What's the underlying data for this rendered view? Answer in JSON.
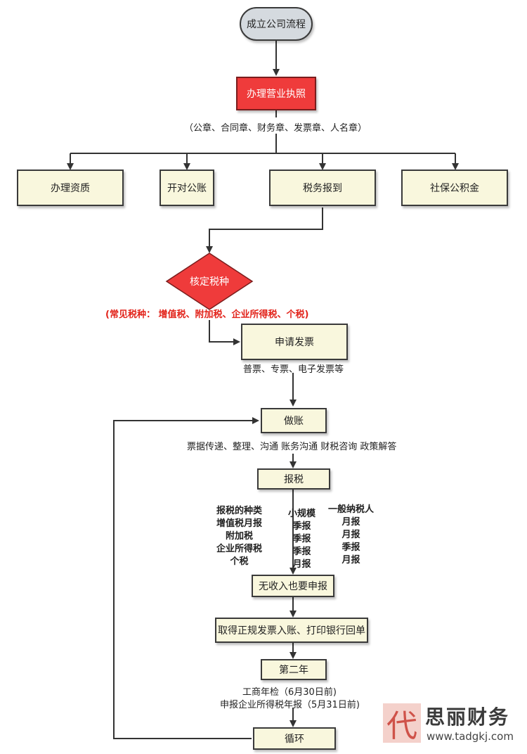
{
  "nodes": {
    "start": "成立公司流程",
    "license": "办理营业执照",
    "qualification": "办理资质",
    "bank_account": "开对公账",
    "tax_registration": "税务报到",
    "social_security": "社保公积金",
    "tax_type": "核定税种",
    "invoice": "申请发票",
    "bookkeeping": "做账",
    "tax_filing": "报税",
    "zero_filing": "无收入也要申报",
    "regular_invoice": "取得正规发票入账、打印银行回单",
    "second_year": "第二年",
    "cycle": "循环"
  },
  "notes": {
    "seals": "（公章、合同章、财务章、发票章、人名章）",
    "common_taxes": "(常见税种： 增值税、附加税、企业所得税、个税)",
    "invoice_types": "普票、专票、电子发票等",
    "bookkeeping_tasks": "票据传递、整理、沟通 账务沟通 财税咨询 政策解答",
    "annual_inspection": "工商年检（6月30日前)",
    "annual_tax": "申报企业所得税年报（5月31日前)"
  },
  "tax_table": {
    "kinds": [
      "报税的种类",
      "增值税月报",
      "附加税",
      "企业所得税",
      "个税"
    ],
    "small_scale": [
      "小规模",
      "季报",
      "季报",
      "季报",
      "月报"
    ],
    "general": [
      "一般纳税人",
      "月报",
      "月报",
      "季报",
      "月报"
    ]
  },
  "brand": {
    "mark": "代",
    "name": "思丽财务",
    "url": "www.tadgkj.com"
  },
  "colors": {
    "box_fill": "#f9f7dd",
    "highlight_red": "#ef3b3b",
    "start_fill": "#d5dadf"
  }
}
